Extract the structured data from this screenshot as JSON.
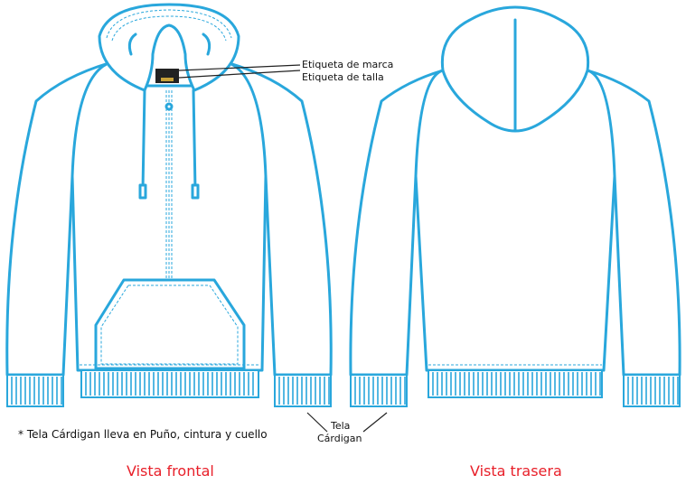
{
  "labels": {
    "brand_tag": "Etiqueta de marca",
    "size_tag": "Etiqueta de talla",
    "fabric_line1": "Tela",
    "fabric_line2": "Cárdigan",
    "footnote": "* Tela Cárdigan lleva en Puño, cintura y cuello"
  },
  "captions": {
    "front": "Vista frontal",
    "back": "Vista trasera"
  },
  "colors": {
    "outline": "#29a7dc",
    "caption": "#e8202a",
    "text": "#111111"
  }
}
